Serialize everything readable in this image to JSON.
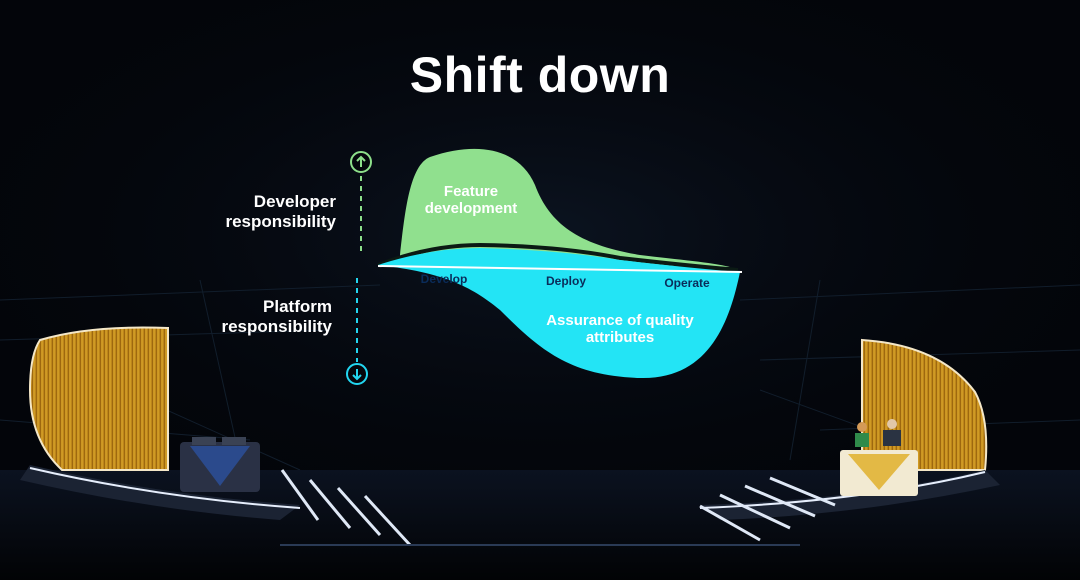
{
  "slide": {
    "title": "Shift down",
    "developer_label": "Developer responsibility",
    "platform_label": "Platform responsibility",
    "upper_curve_label": "Feature development",
    "lower_curve_label": "Assurance of quality attributes",
    "stages": [
      "Develop",
      "Deploy",
      "Operate"
    ]
  },
  "colors": {
    "screen_bg": "#05070c",
    "upper_curve": "#90e08e",
    "lower_curve": "#23e4f5",
    "stage_text": "#0a2c5a",
    "stage_wood": "#c58f1b"
  },
  "icons": {
    "up": "arrow-up-circle-icon",
    "down": "arrow-down-circle-icon"
  }
}
